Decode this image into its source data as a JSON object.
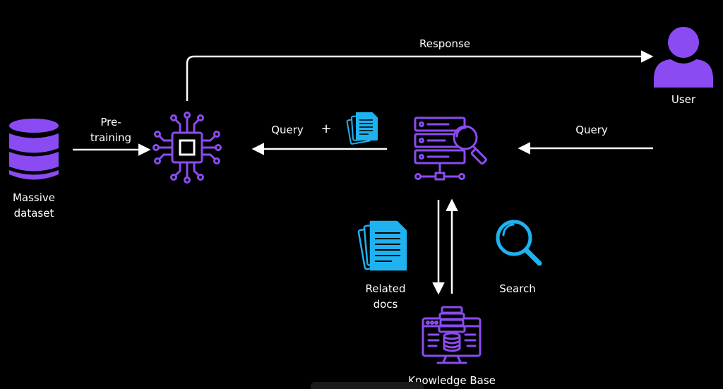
{
  "colors": {
    "background": "#000000",
    "purple": "#8b4bf2",
    "blue": "#1fb2f0",
    "arrow": "#ffffff"
  },
  "icons": {
    "dataset": "database-icon",
    "llm": "chip-icon",
    "retriever": "server-search-icon",
    "user": "user-icon",
    "docs": "documents-icon",
    "search": "magnifier-icon",
    "knowledge_base": "monitor-database-icon"
  },
  "labels": {
    "dataset_line1": "Massive",
    "dataset_line2": "dataset",
    "pretraining_line1": "Pre-",
    "pretraining_line2": "training",
    "response": "Response",
    "user": "User",
    "query_left": "Query",
    "plus": "+",
    "query_right": "Query",
    "related_line1": "Related",
    "related_line2": "docs",
    "search": "Search",
    "knowledge_base": "Knowledge Base"
  }
}
